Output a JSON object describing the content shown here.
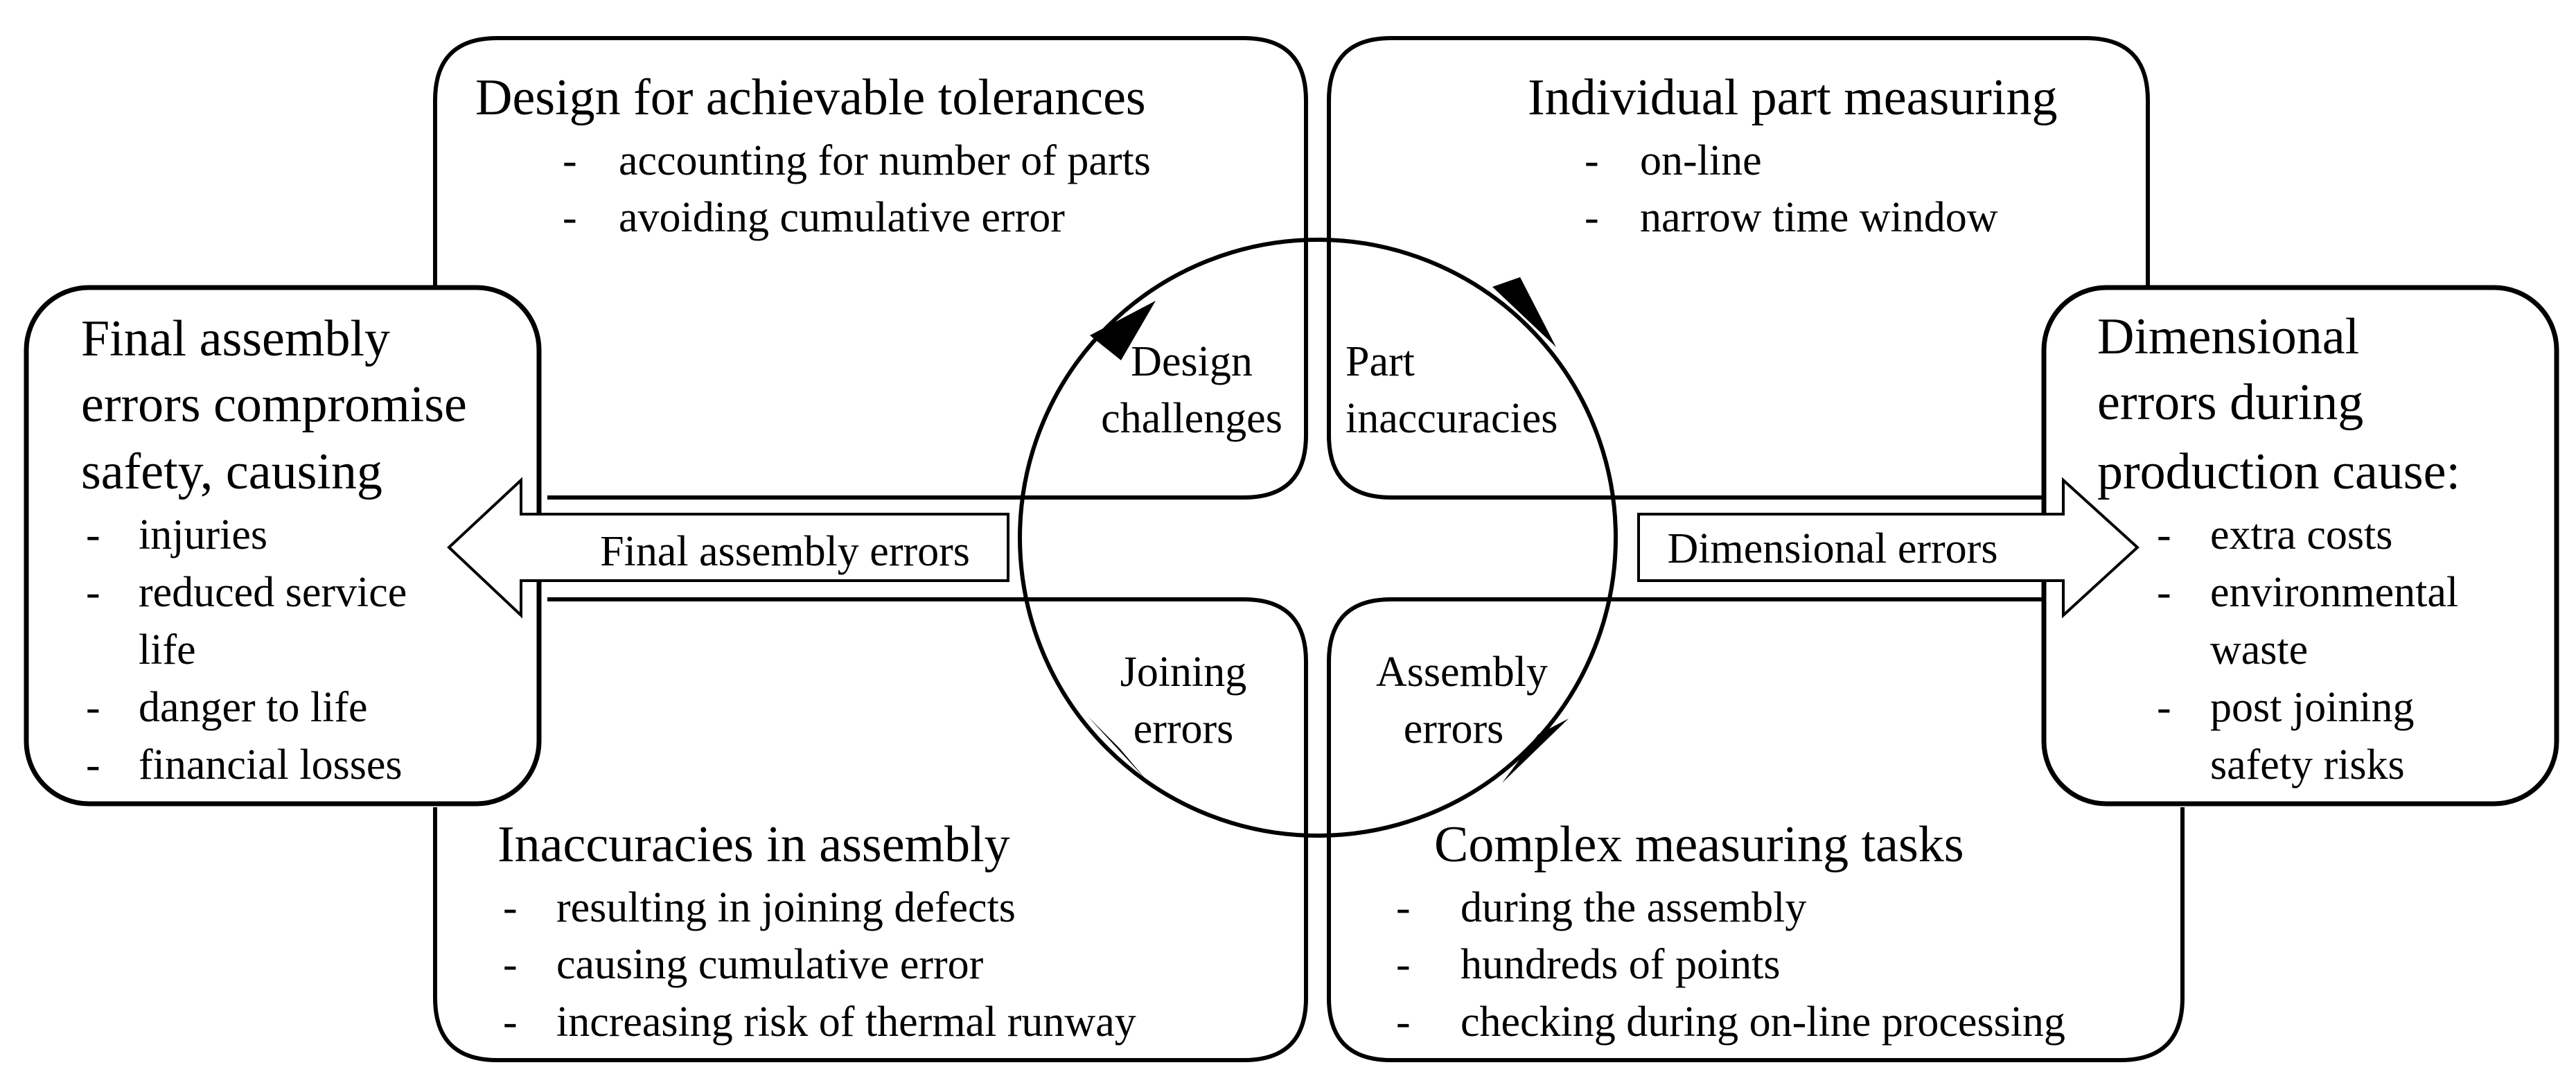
{
  "colors": {
    "line": "#000000",
    "background": "#ffffff"
  },
  "boxes": {
    "design": {
      "title": "Design for achievable tolerances",
      "items": [
        "accounting for number of parts",
        "avoiding cumulative error"
      ]
    },
    "part": {
      "title": "Individual part measuring",
      "items": [
        "on-line",
        "narrow time window"
      ]
    },
    "joining": {
      "title": "Inaccuracies in assembly",
      "items": [
        "resulting in joining defects",
        "causing cumulative error",
        "increasing risk of thermal runway"
      ]
    },
    "measuring": {
      "title": "Complex measuring tasks",
      "items": [
        "during the assembly",
        "hundreds of points",
        "checking during on-line processing"
      ]
    },
    "final": {
      "title_lines": [
        "Final assembly",
        "errors compromise",
        "safety, causing"
      ],
      "items": [
        [
          "injuries"
        ],
        [
          "reduced service",
          "life"
        ],
        [
          "danger to life"
        ],
        [
          "financial losses"
        ]
      ]
    },
    "dimensional": {
      "title_lines": [
        "Dimensional",
        "errors during",
        "production cause:"
      ],
      "items": [
        [
          "extra costs"
        ],
        [
          "environmental",
          "waste"
        ],
        [
          "post joining",
          "safety risks"
        ]
      ]
    }
  },
  "cycle": {
    "design": [
      "Design",
      "challenges"
    ],
    "part": [
      "Part",
      "inaccuracies"
    ],
    "joining": [
      "Joining",
      "errors"
    ],
    "assembly": [
      "Assembly",
      "errors"
    ]
  },
  "arrows": {
    "left": "Final assembly errors",
    "right": "Dimensional errors"
  },
  "bullet": "-"
}
